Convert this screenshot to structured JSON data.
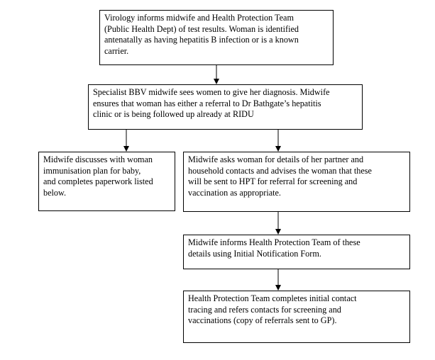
{
  "flowchart": {
    "steps": [
      {
        "id": "virology",
        "lines": [
          "Virology informs midwife and Health Protection Team",
          "(Public Health Dept) of test results. Woman is identified",
          "antenatally as having hepatitis B infection or is a known",
          "carrier."
        ]
      },
      {
        "id": "specialist",
        "lines": [
          "Specialist BBV midwife sees women to give her diagnosis. Midwife",
          "ensures that woman has either a referral to Dr Bathgate’s hepatitis",
          "clinic or is being followed up already at RIDU"
        ]
      },
      {
        "id": "immunisation",
        "lines": [
          "Midwife discusses with woman",
          "immunisation plan for baby,",
          "and completes paperwork listed",
          "below."
        ]
      },
      {
        "id": "contacts",
        "lines": [
          "Midwife asks woman for details of her partner and",
          "household contacts and advises the woman that these",
          "will be sent to HPT for referral for screening and",
          "vaccination as appropriate."
        ]
      },
      {
        "id": "notification",
        "lines": [
          "Midwife informs Health Protection Team of these",
          "details using Initial Notification Form."
        ]
      },
      {
        "id": "tracing",
        "lines": [
          "Health Protection Team completes initial contact",
          "tracing and refers contacts for screening and",
          "vaccinations (copy of referrals sent to GP)."
        ]
      }
    ]
  }
}
